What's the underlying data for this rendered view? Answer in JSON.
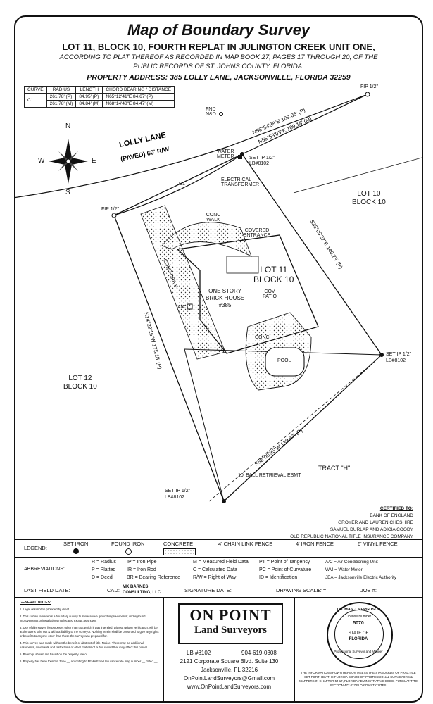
{
  "header": {
    "title": "Map of Boundary Survey",
    "subtitle": "LOT 11, BLOCK 10, FOURTH REPLAT IN JULINGTON CREEK UNIT ONE,",
    "plat_line1": "ACCORDING TO PLAT THEREOF AS RECORDED IN MAP BOOK 27, PAGES 17 THROUGH 20, OF THE",
    "plat_line2": "PUBLIC RECORDS OF ST. JOHNS COUNTY, FLORIDA.",
    "address_label": "PROPERTY ADDRESS:",
    "address_value": "385 LOLLY LANE, JACKSONVILLE, FLORIDA 32259"
  },
  "curve_table": {
    "headers": [
      "CURVE",
      "RADIUS",
      "LENGTH",
      "CHORD BEARING / DISTANCE"
    ],
    "curve": "C1",
    "rows": [
      [
        "261.78' (P)",
        "84.95' (P)",
        "N65°12'41\"E 84.67' (P)"
      ],
      [
        "261.78' (M)",
        "84.84' (M)",
        "N68°14'48\"E 84.47' (M)"
      ]
    ]
  },
  "compass": {
    "n": "N",
    "s": "S",
    "e": "E",
    "w": "W"
  },
  "map": {
    "street": "LOLLY LANE",
    "street_sub": "(PAVED) 60' R/W",
    "fip_top": "FIP 1/2\"",
    "fip_left": "FIP 1/2\"",
    "fnd_nd": "FND N&D",
    "bearing_top_p": "N56°54'38\"E 109.06' (P)",
    "bearing_top_m": "N56°53'03\"E 109.18' (M)",
    "water_meter": "WATER METER",
    "set_ip_top": "SET IP 1/2\"",
    "lb_top": "LB#8102",
    "c1": "C1",
    "electrical": "ELECTRICAL TRANSFORMER",
    "lot10": "LOT 10",
    "block10_a": "BLOCK 10",
    "conc_walk": "CONC WALK",
    "covered_entrance": "COVERED ENTRANCE",
    "conc_drive": "CONC DRIVE",
    "lot11": "LOT 11",
    "block10_b": "BLOCK 10",
    "house_line1": "ONE STORY",
    "house_line2": "BRICK HOUSE",
    "house_num": "#385",
    "ac": "A/C",
    "cov_patio": "COV PATIO",
    "conc": "CONC",
    "pool": "POOL",
    "bearing_right_p": "S33°05'22\"E 140.73' (P)",
    "bearing_left_p": "N14°29'16\"W 175.18' (P)",
    "set_ip_right": "SET IP 1/2\"",
    "lb_right": "LB#8102",
    "lot12": "LOT 12",
    "block10_c": "BLOCK 10",
    "bearing_bottom_m": "S52°08'35\"W 139.87' (P)",
    "ball_esmt": "10' BALL RETRIEVAL ESMT",
    "tract": "TRACT \"H\"",
    "set_ip_bottom": "SET IP 1/2\"",
    "lb_bottom": "LB#8102"
  },
  "certified": {
    "label": "CERTIFIED TO:",
    "lines": [
      "BANK OF ENGLAND",
      "GROYER AND LAUREN CHESHIRE",
      "SAMUEL DURLAP AND ADICIA COODY",
      "OLD REPUBLIC NATIONAL TITLE INSURANCE COMPANY"
    ]
  },
  "legend": {
    "label": "LEGEND:",
    "set_iron": "SET IRON",
    "found_iron": "FOUND IRON",
    "concrete": "CONCRETE",
    "chain_link": "4' CHAIN LINK FENCE",
    "iron_fence": "4' IRON FENCE",
    "vinyl_fence": "6' VINYL FENCE"
  },
  "abbreviations": {
    "label": "ABBREVIATIONS:",
    "col1": [
      "R = Radius",
      "P = Platted",
      "D = Deed"
    ],
    "col2": [
      "IP = Iron Pipe",
      "IR = Iron Rod",
      "BR = Bearing Reference"
    ],
    "col3": [
      "M = Measured Field Data",
      "C = Calculated Data",
      "R/W = Right of Way"
    ],
    "col4": [
      "PT = Point of Tangency",
      "PC = Point of Curvature",
      "ID = Identification"
    ],
    "col5": [
      "A/C = Air Conditioning Unit",
      "WM = Water Meter",
      "JEA = Jacksonville Electric Authority"
    ]
  },
  "field_row": {
    "last_field_date": "LAST FIELD DATE:",
    "cad": "CAD:",
    "cad_name_1": "MK BARNES",
    "cad_name_2": "CONSULTING, LLC",
    "signature_date": "SIGNATURE DATE:",
    "drawing_scale": "DRAWING SCALE:",
    "scale_value": "1\" =",
    "job": "JOB #:"
  },
  "general_notes": {
    "title": "GENERAL NOTES:",
    "items": [
      "1. Legal description provided by client.",
      "2. This survey represents a boundary survey to show above ground improvements; underground improvements or installations not located except as shown.",
      "3. Use of this survey for purposes other than that which it was intended, without written verification, will be at the user's sole risk & without liability to the surveyor. Nothing herein shall be construed to give any rights or benefits to anyone other than those the survey was prepared for.",
      "4. This survey was made without the benefit of abstract of title. Notice: There may be additional easements, covenants and restrictions or other matters of public record that may affect this parcel.",
      "5. Bearings shown are based on the property line of",
      "6. Property has been found in Zone __ according to FEMA Flood Insurance rate map number __ dated __."
    ]
  },
  "company": {
    "name_top": "ON POINT",
    "name_bottom": "Land Surveyors",
    "lb": "LB #8102",
    "phone": "904-619-0308",
    "street": "2121 Corporate Square Blvd. Suite 130",
    "city": "Jacksonville, FL  32216",
    "email": "OnPointLandSurveyors@Gmail.com",
    "web": "www.OnPointLandSurveyors.com"
  },
  "seal": {
    "top": "THOMAS J. FERGUSON",
    "license": "License Number",
    "number": "5070",
    "state": "STATE OF",
    "florida": "FLORIDA",
    "bottom": "Professional Surveyor and Mapper",
    "footer": "THE INFORMATION SHOWN HEREON MEETS THE STANDARDS OF PRACTICE SET FORTH BY THE FLORIDA BOARD OF PROFESSIONAL SURVEYORS & MAPPERS IN CHAPTER 5J-17, FLORIDA ADMINISTRATIVE CODE, PURSUANT TO SECTION 472.027 FLORIDA STATUTES."
  }
}
